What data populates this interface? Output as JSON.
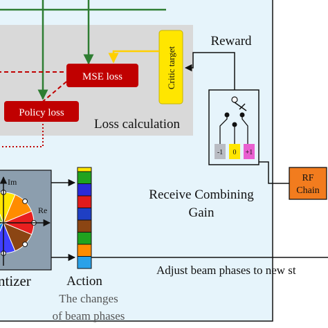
{
  "diagram": {
    "labels": {
      "reward": "Reward",
      "critic_target": "Critic target",
      "mse_loss": "MSE loss",
      "policy_loss": "Policy loss",
      "loss_calculation": "Loss calculation",
      "receive_combining_gain_line1": "Receive Combining",
      "receive_combining_gain_line2": "Gain",
      "rf_chain_line1": "RF",
      "rf_chain_line2": "Chain",
      "action": "Action",
      "action_desc_line1": "The changes",
      "action_desc_line2": "of beam phases",
      "adjust_beam_phases": "Adjust beam phases to new st",
      "quantizer_partial": "ntizer",
      "axis_im": "Im",
      "axis_re": "Re"
    },
    "switch_options": [
      "-1",
      "0",
      "+1"
    ],
    "colors": {
      "environment_bg": "#e6f4fb",
      "loss_panel": "#d9d9d9",
      "loss_box": "#c00000",
      "critic_target": "#ffe600",
      "quantizer_bg": "#8c9eae",
      "rf_chain": "#f27c1e",
      "green_arrow": "#2e7d32",
      "switch_minus": "#b9bcc3",
      "switch_zero": "#ffe600",
      "switch_plus": "#e95fd0"
    },
    "action_cells": [
      "#1fa31f",
      "#2a2ad8",
      "#e01b1b",
      "#1f3fc4",
      "#8b4513",
      "#1fa31f",
      "#ff8c00",
      "#2aa1e8"
    ],
    "pie_colors": [
      "#e81f1f",
      "#ff8c00",
      "#ffe600",
      "#9acd32",
      "#1fa31f",
      "#0080ff",
      "#3f3fff",
      "#8b4513"
    ]
  }
}
